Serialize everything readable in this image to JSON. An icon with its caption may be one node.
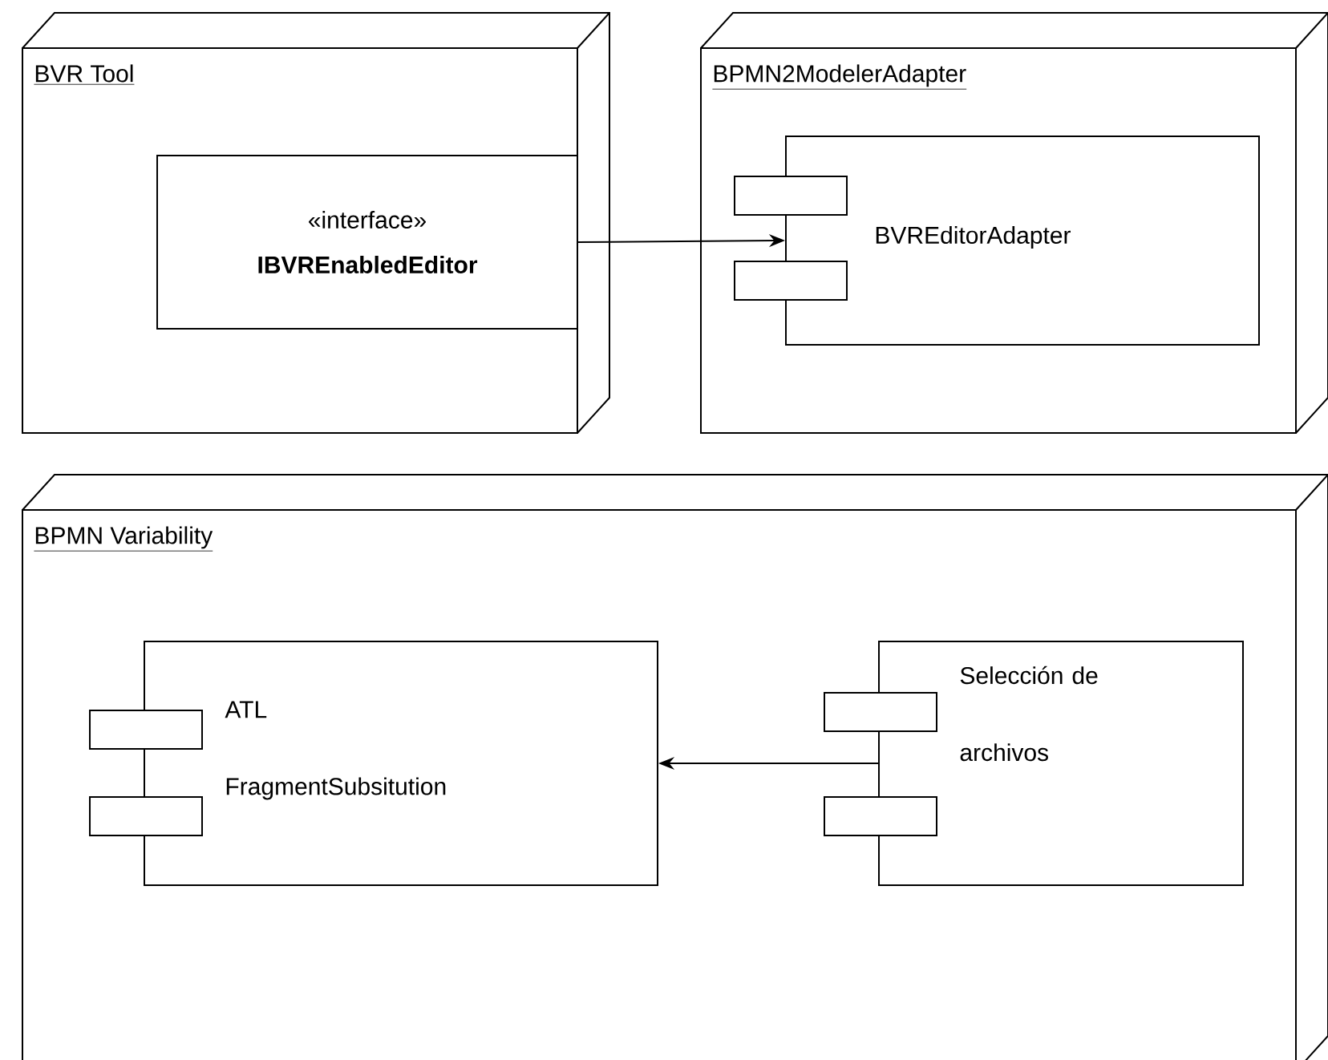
{
  "diagram": {
    "nodes": [
      {
        "text": [
          "BVR Tool"
        ]
      },
      {
        "text": [
          "«interface»",
          "IBVREnabledEditor"
        ],
        "in": 0
      },
      {
        "text": [
          "BPMN2ModelerAdapter"
        ]
      },
      {
        "text": [
          "BVREditorAdapter"
        ],
        "in": 2
      },
      {
        "text": [
          "BPMN Variability"
        ]
      },
      {
        "text": [
          "ATL FragmentSubsitution"
        ],
        "in": 4
      },
      {
        "text": [
          "Selección de archivos"
        ],
        "in": 4
      }
    ],
    "edges": [
      {
        "from": 1,
        "to": 3,
        "arrow": "to"
      },
      {
        "from": 6,
        "to": 5,
        "arrow": "to"
      }
    ]
  }
}
